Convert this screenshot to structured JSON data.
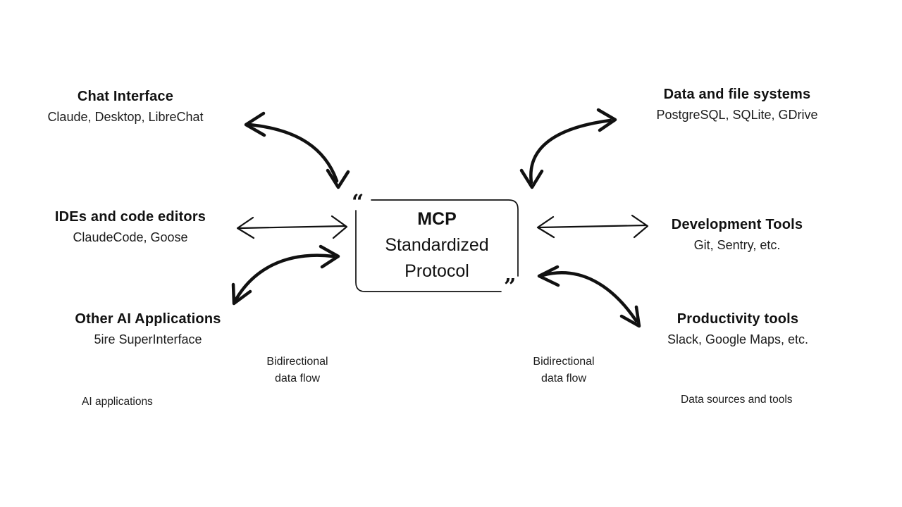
{
  "diagram": {
    "center": {
      "title": "MCP",
      "line2": "Standardized",
      "line3": "Protocol",
      "open_quote": "“",
      "close_quote": "”"
    },
    "nodes": [
      {
        "title": "Chat Interface",
        "subtitle": "Claude, Desktop, LibreChat"
      },
      {
        "title": "IDEs and code editors",
        "subtitle": "ClaudeCode, Goose"
      },
      {
        "title": "Other AI Applications",
        "subtitle": "5ire SuperInterface"
      },
      {
        "title": "Data and file systems",
        "subtitle": "PostgreSQL, SQLite, GDrive"
      },
      {
        "title": "Development Tools",
        "subtitle": "Git, Sentry, etc."
      },
      {
        "title": "Productivity tools",
        "subtitle": "Slack, Google Maps, etc."
      }
    ],
    "annotations": {
      "left_flow": {
        "line1": "Bidirectional",
        "line2": "data flow"
      },
      "right_flow": {
        "line1": "Bidirectional",
        "line2": "data flow"
      },
      "left_group": "AI applications",
      "right_group": "Data sources and tools"
    },
    "colors": {
      "ink": "#111111",
      "background": "#ffffff"
    }
  }
}
